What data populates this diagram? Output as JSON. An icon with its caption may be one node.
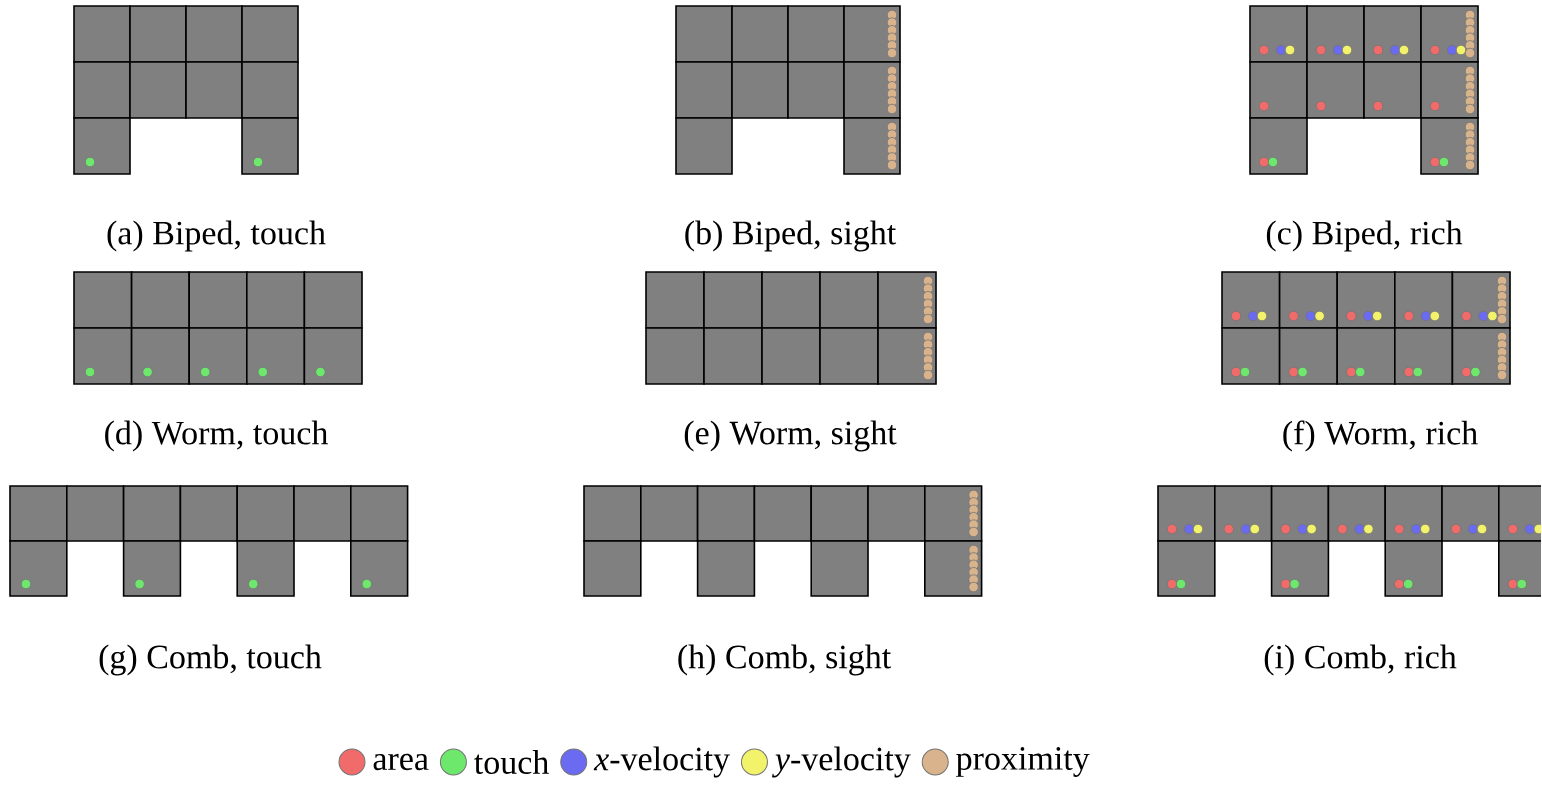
{
  "diagram": {
    "labels": [
      "(a) Biped, touch",
      "(b) Biped, sight",
      "(c) Biped, rich",
      "(d) Worm, touch",
      "(e) Worm, sight",
      "(f) Worm, rich",
      "(g) Comb, touch",
      "(h) Comb, sight",
      "(i) Comb, rich"
    ],
    "legend": [
      {
        "text": "area",
        "color": "#f26b6b"
      },
      {
        "text": "touch",
        "color": "#6de86d"
      },
      {
        "text": "*x*-velocity",
        "color": "#6b6bf2"
      },
      {
        "text": "*y*-velocity",
        "color": "#f2f26b"
      },
      {
        "text": "proximity",
        "color": "#d9b38c"
      }
    ]
  }
}
